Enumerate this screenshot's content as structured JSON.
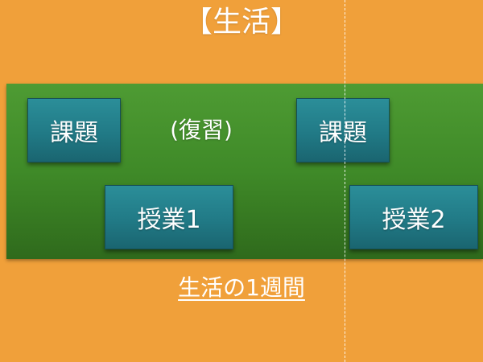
{
  "slide": {
    "title": "【生活】",
    "boxes": {
      "kadai_1": "課題",
      "kadai_2": "課題",
      "jugyo_1": "授業1",
      "jugyo_2": "授業2"
    },
    "review_label": "(復習)",
    "caption": "生活の1週間"
  },
  "colors": {
    "background": "#f0a03a",
    "panel": "#3f8a28",
    "box": "#217a86",
    "text": "#ffffff"
  }
}
